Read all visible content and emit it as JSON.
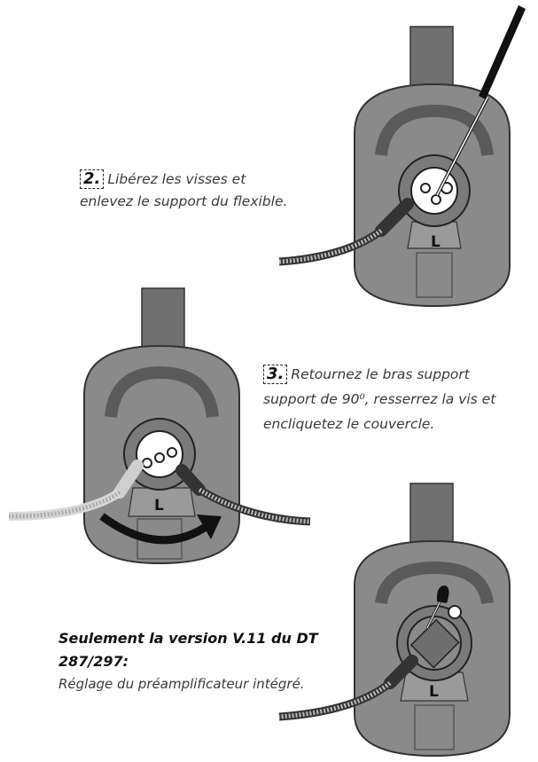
{
  "steps": [
    {
      "number": "2.",
      "line1": "Libérez les visses et",
      "line2": "enlevez le support du flexible."
    },
    {
      "number": "3.",
      "line1": "Retournez le bras support",
      "line2": "support de 90⁰, resserrez la vis et",
      "line3": "encliquetez le couvercle."
    }
  ],
  "note": {
    "title_line1": "Seulement la version V.11 du DT",
    "title_line2": "287/297:",
    "text": "Réglage du préamplificateur intégré."
  },
  "figures": {
    "ear_label": "L",
    "colors": {
      "shell": "#888888",
      "shell_dark": "#5a5a5a",
      "headband": "#6f6f6f",
      "arm": "#333333"
    }
  }
}
